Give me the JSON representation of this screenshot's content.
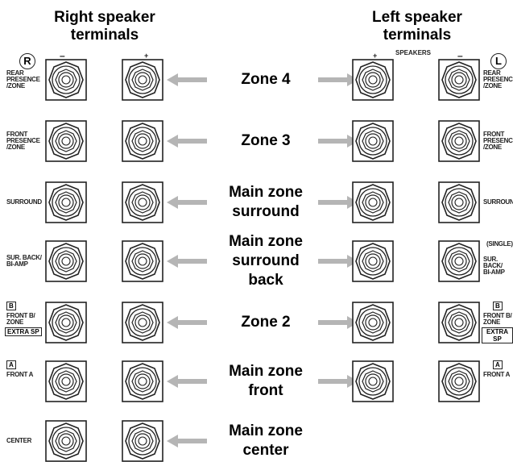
{
  "headers": {
    "right": [
      "Right speaker",
      "terminals"
    ],
    "left": [
      "Left speaker",
      "terminals"
    ]
  },
  "badges": {
    "right": "R",
    "left": "L"
  },
  "polarity": {
    "minus": "–",
    "plus": "+"
  },
  "speakers_label": "SPEAKERS",
  "rows": [
    {
      "zone": [
        "Zone 4"
      ],
      "right_label": [
        "REAR",
        "PRESENCE",
        "/ZONE"
      ],
      "left_label": [
        "REAR",
        "PRESENCE",
        "/ZONE"
      ]
    },
    {
      "zone": [
        "Zone 3"
      ],
      "right_label": [
        "FRONT",
        "PRESENCE",
        "/ZONE"
      ],
      "left_label": [
        "FRONT",
        "PRESENCE",
        "/ZONE"
      ]
    },
    {
      "zone": [
        "Main zone",
        "surround"
      ],
      "right_label": [
        "SURROUND"
      ],
      "left_label": [
        "SURROUND"
      ]
    },
    {
      "zone": [
        "Main zone",
        "surround",
        "back"
      ],
      "right_label": [
        "SUR. BACK/",
        "BI-AMP"
      ],
      "left_label": [
        "SUR. BACK/",
        "BI-AMP"
      ],
      "left_extra": "(SINGLE)"
    },
    {
      "zone": [
        "Zone 2"
      ],
      "right_label": [
        "FRONT B/",
        "ZONE"
      ],
      "left_label": [
        "FRONT B/",
        "ZONE"
      ],
      "box_top": "B",
      "box_bottom": "EXTRA SP"
    },
    {
      "zone": [
        "Main zone",
        "front"
      ],
      "right_label": [
        "FRONT A"
      ],
      "left_label": [
        "FRONT A"
      ],
      "box_top": "A"
    },
    {
      "zone": [
        "Main zone",
        "center"
      ],
      "right_label": [
        "CENTER"
      ]
    }
  ]
}
